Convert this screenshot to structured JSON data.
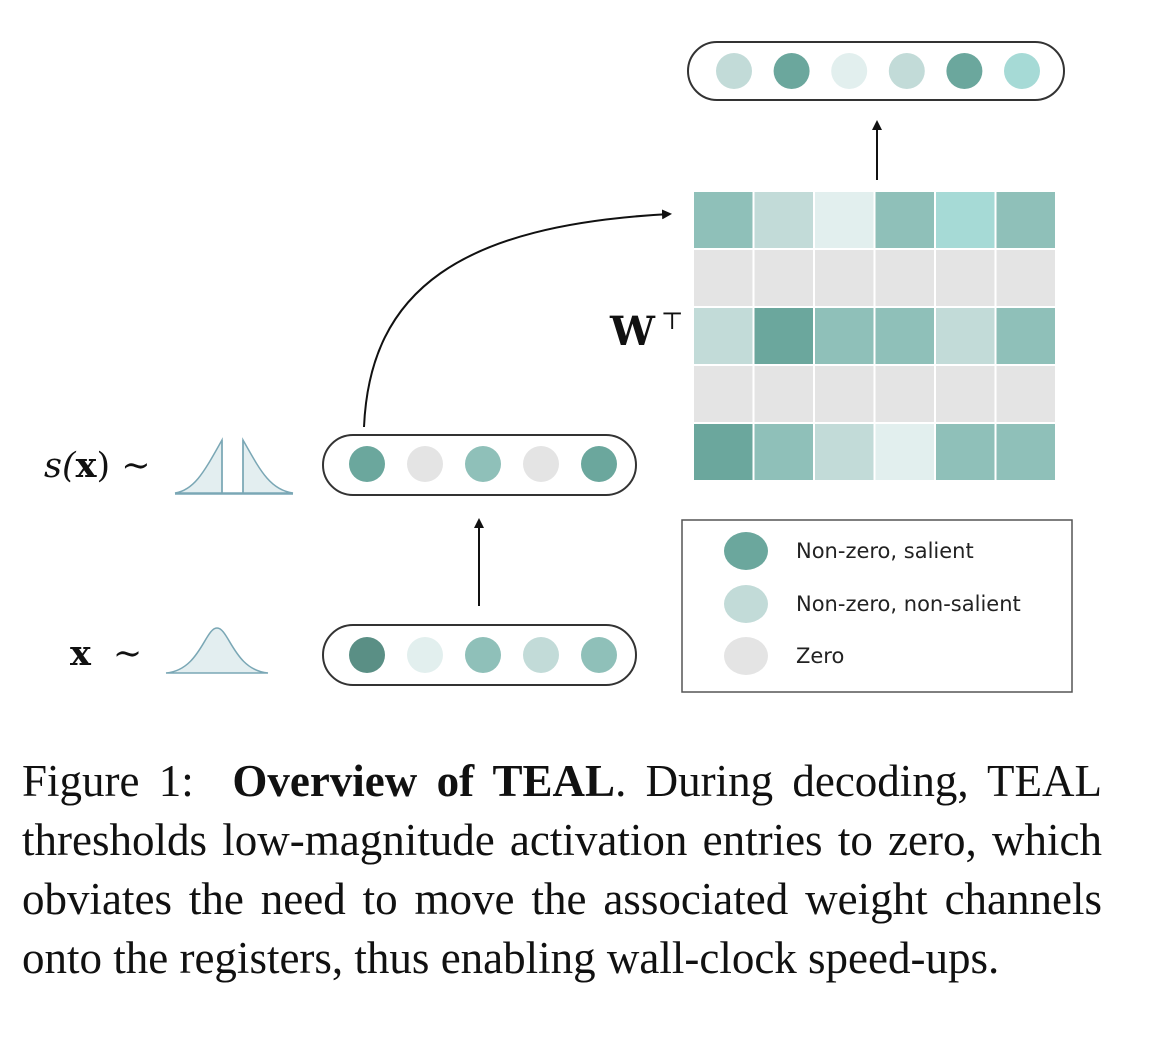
{
  "colors": {
    "salient_dark": "#5a8f85",
    "salient": "#6ba79d",
    "mid": "#8fc0b9",
    "light": "#c2dbd8",
    "lighter": "#e2efee",
    "aqua": "#a6dad6",
    "zero": "#e4e4e4",
    "stroke": "#333333"
  },
  "diagram": {
    "labels": {
      "sx_prefix": "s(",
      "sx_var": "x",
      "sx_suffix": ") ∼",
      "x_var": "x",
      "x_tilde": "∼",
      "w_main": "W",
      "w_sup": "⊤"
    },
    "x_vector": [
      "salient_dark",
      "lighter",
      "mid",
      "light",
      "mid"
    ],
    "sx_vector": [
      "salient",
      "zero",
      "mid",
      "zero",
      "salient"
    ],
    "output_vector": [
      "light",
      "salient",
      "lighter",
      "light",
      "salient",
      "aqua"
    ],
    "weight_matrix": [
      [
        "mid",
        "light",
        "lighter",
        "mid",
        "aqua",
        "mid"
      ],
      [
        "zero",
        "zero",
        "zero",
        "zero",
        "zero",
        "zero"
      ],
      [
        "light",
        "salient",
        "mid",
        "mid",
        "light",
        "mid"
      ],
      [
        "zero",
        "zero",
        "zero",
        "zero",
        "zero",
        "zero"
      ],
      [
        "salient",
        "mid",
        "light",
        "lighter",
        "mid",
        "mid"
      ]
    ],
    "legend": [
      {
        "color": "salient",
        "label": "Non-zero, salient"
      },
      {
        "color": "light",
        "label": "Non-zero, non-salient"
      },
      {
        "color": "zero",
        "label": "Zero"
      }
    ]
  },
  "caption": {
    "figure_label": "Figure 1:",
    "title": "Overview of TEAL",
    "body": ". During decoding, TEAL thresholds low-magnitude activation entries to zero, which obviates the need to move the associated weight channels onto the registers, thus enabling wall-clock speed-ups."
  }
}
